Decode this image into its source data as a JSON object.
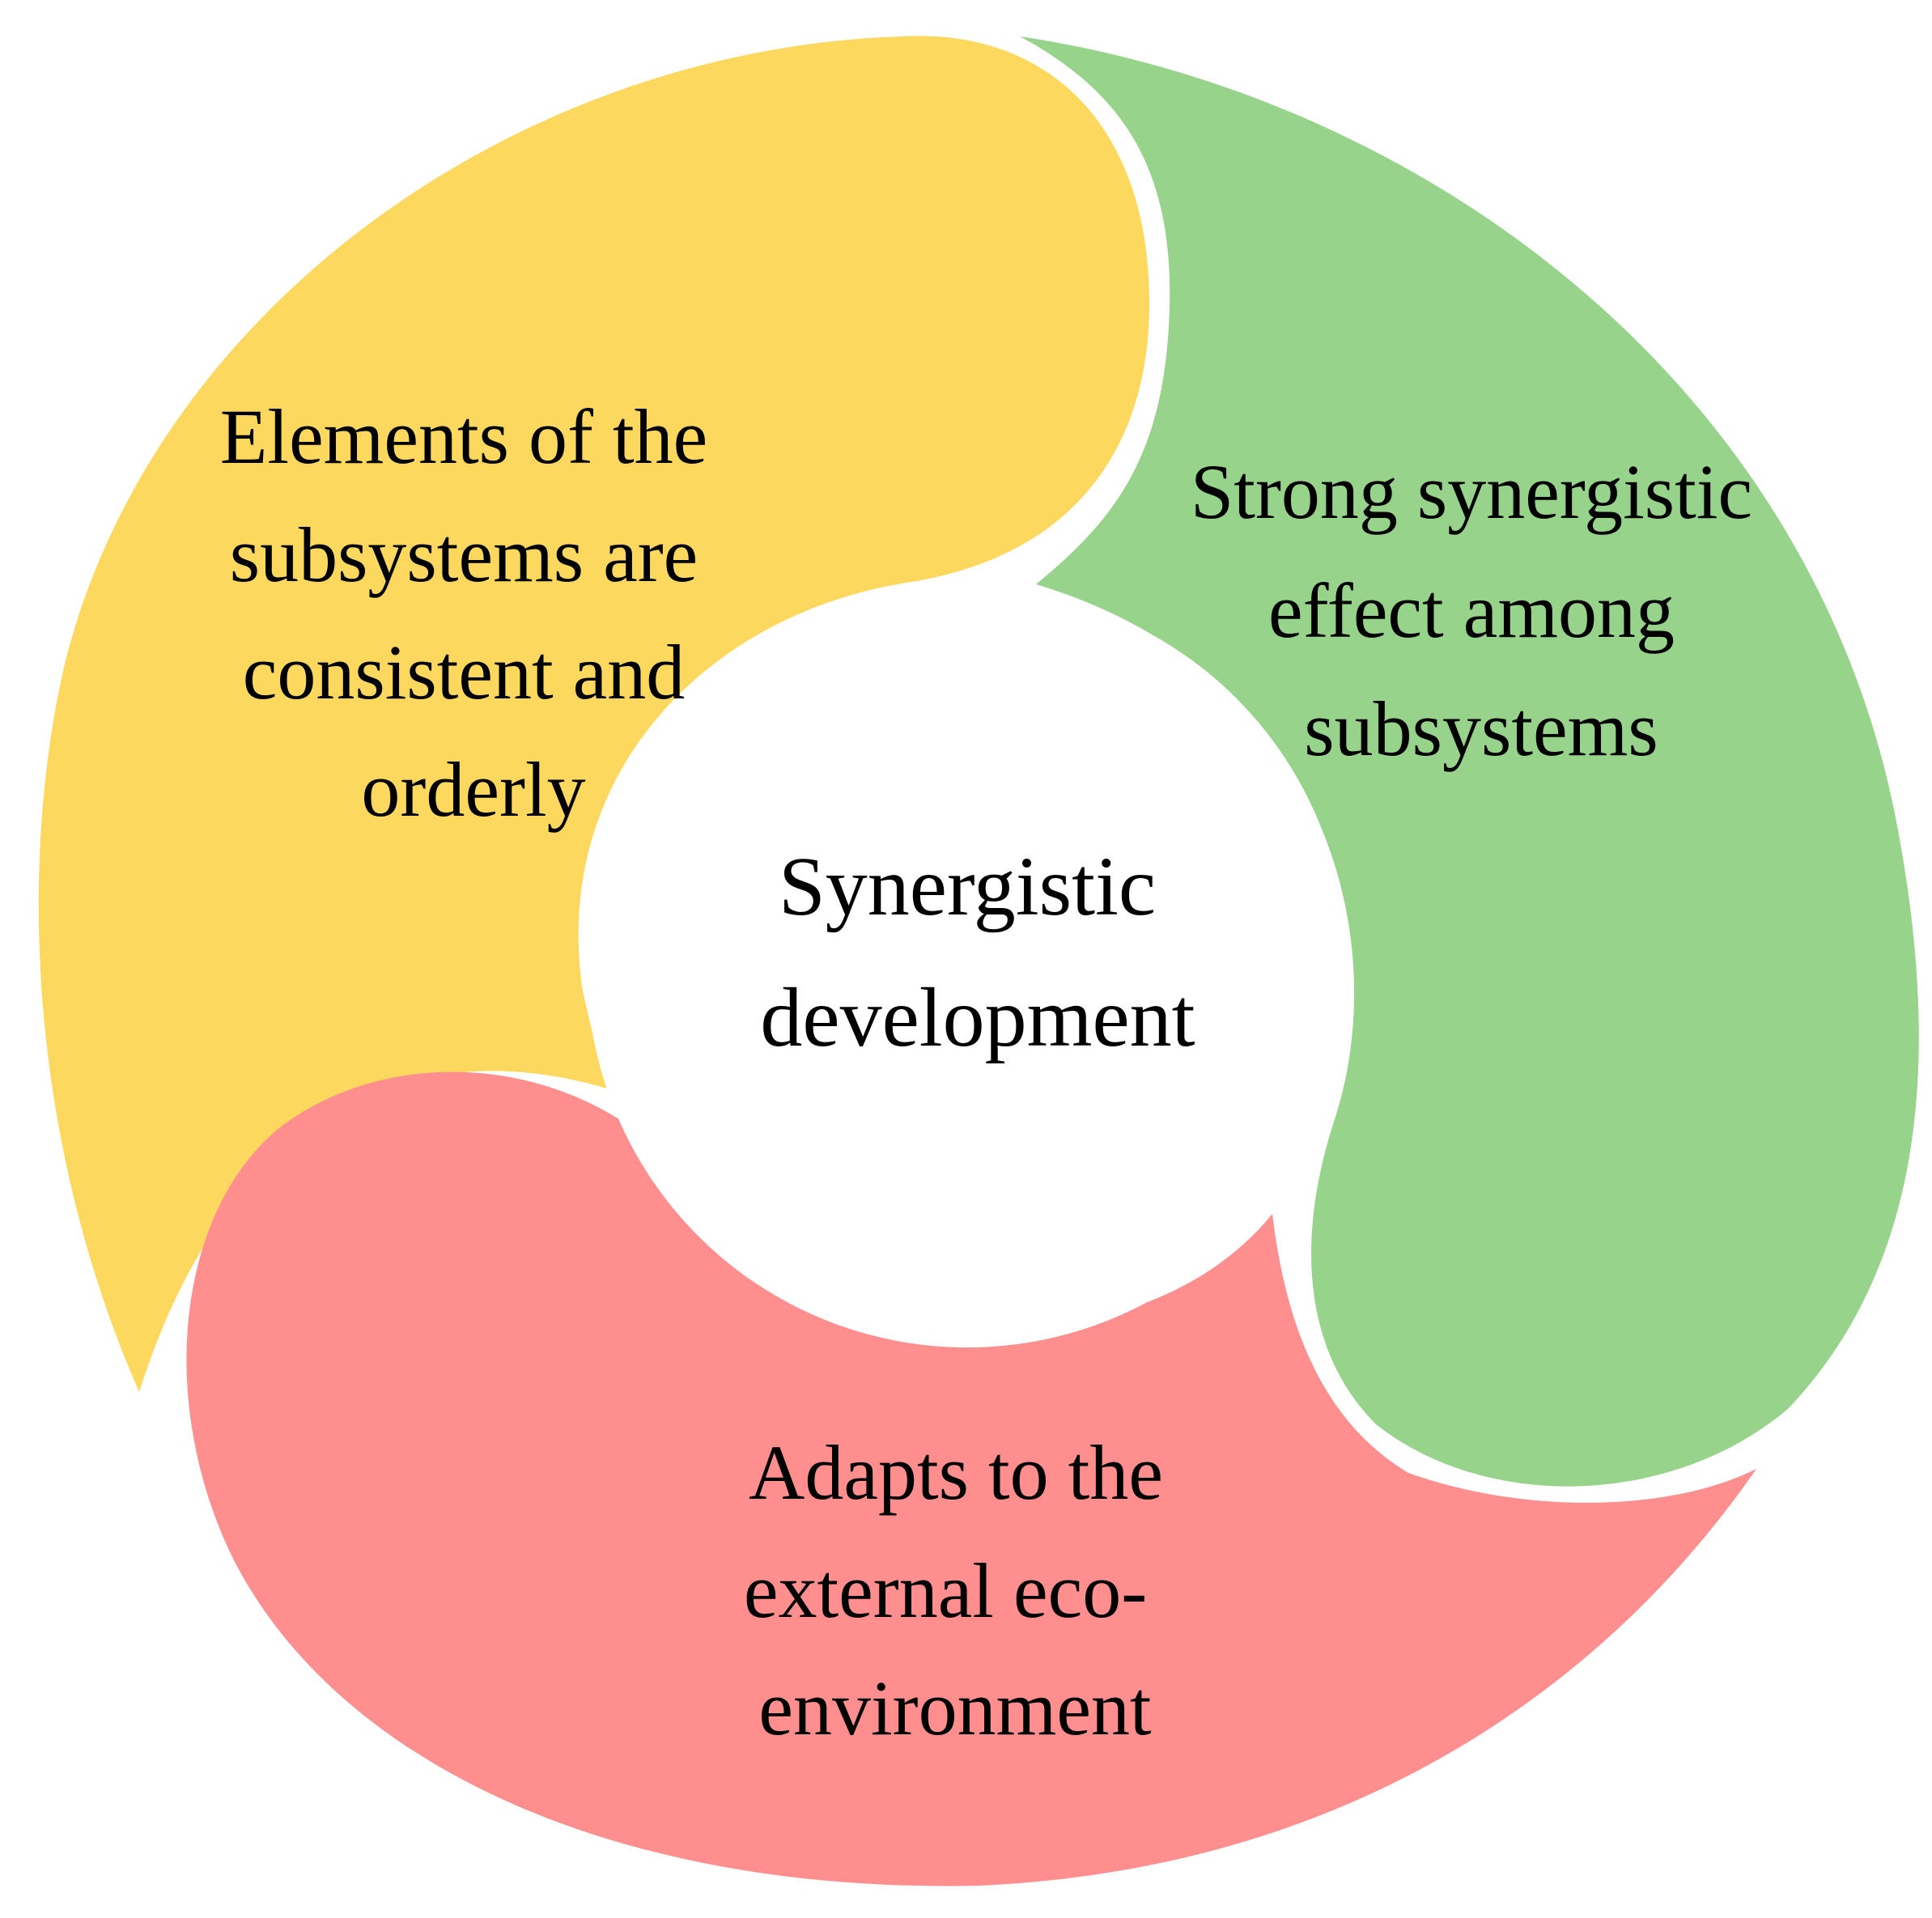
{
  "diagram": {
    "center": {
      "lines": [
        "Synergistic",
        "development"
      ]
    },
    "segments": [
      {
        "id": "yellow",
        "color": "#FDD85F",
        "lines": [
          "Elements of the",
          "subsystems are",
          "consistent and",
          "orderly"
        ]
      },
      {
        "id": "green",
        "color": "#97D38B",
        "lines": [
          "Strong synergistic",
          "effect among",
          "subsystems"
        ]
      },
      {
        "id": "red",
        "color": "#FF8E8E",
        "lines": [
          "Adapts to the",
          "external eco-",
          "environment"
        ]
      }
    ]
  }
}
